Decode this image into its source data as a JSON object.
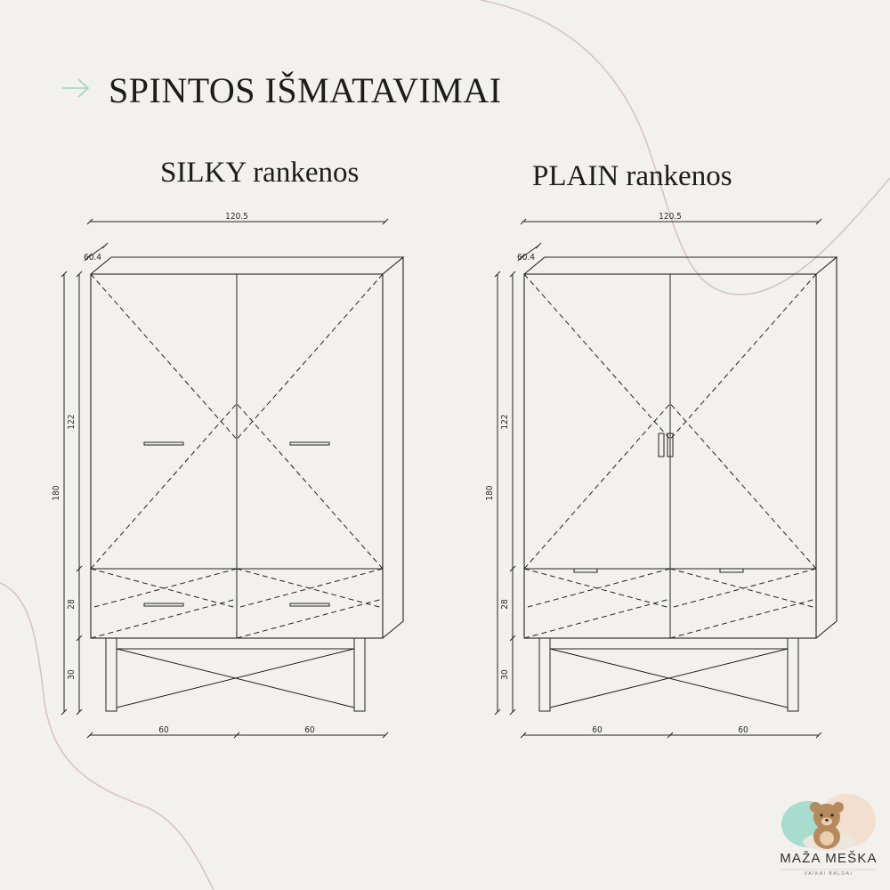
{
  "header": {
    "title": "SPINTOS IŠMATAVIMAI",
    "arrow_icon": "arrow-right-icon",
    "accent_color": "#9fd3c7"
  },
  "variants": [
    {
      "label": "SILKY rankenos",
      "handle_style": "horizontal-bars",
      "dimensions": {
        "width_total": "120.5",
        "depth": "60.4",
        "height_total": "180",
        "upper_section": "122",
        "drawer_section": "28",
        "legs": "30",
        "bottom_left": "60",
        "bottom_right": "60"
      }
    },
    {
      "label": "PLAIN rankenos",
      "handle_style": "recessed-tabs",
      "dimensions": {
        "width_total": "120.5",
        "depth": "60.4",
        "height_total": "180",
        "upper_section": "122",
        "drawer_section": "28",
        "legs": "30",
        "bottom_left": "60",
        "bottom_right": "60"
      }
    }
  ],
  "brand": {
    "name": "MAŽA MEŠKA",
    "tagline": "VAIKAI BALDAI",
    "logo_icon": "bear-icon",
    "colors": {
      "mint": "#a8dccf",
      "peach": "#f3dfcf",
      "bear": "#b78a5e"
    }
  },
  "decor": {
    "curve_color": "#d8c4c4"
  }
}
